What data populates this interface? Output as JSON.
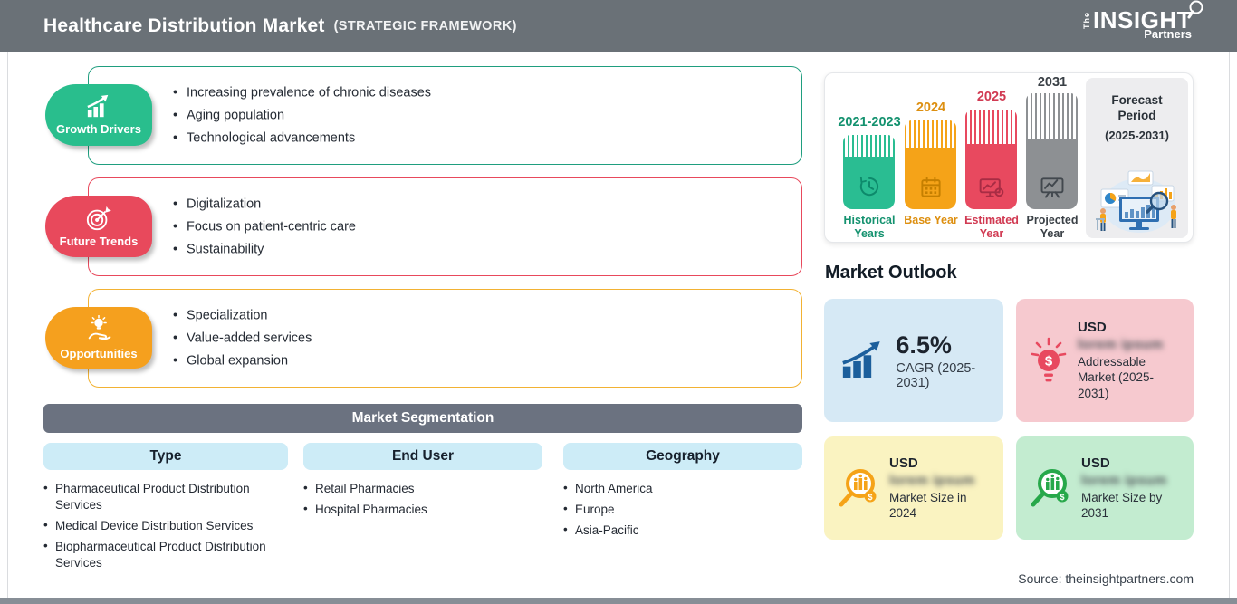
{
  "header": {
    "title": "Healthcare Distribution Market",
    "subtitle": "(STRATEGIC FRAMEWORK)",
    "bg_color": "#6a7177",
    "logo": {
      "the": "The",
      "insight": "INSIGHT",
      "partners": "Partners"
    }
  },
  "framework": {
    "sections": [
      {
        "label": "Growth Drivers",
        "badge_color": "#29be8d",
        "border_color": "#1f9e7f",
        "items": [
          "Increasing prevalence of chronic diseases",
          "Aging population",
          "Technological advancements"
        ]
      },
      {
        "label": "Future Trends",
        "badge_color": "#e8495c",
        "border_color": "#e8495c",
        "items": [
          "Digitalization",
          "Focus on patient-centric care",
          "Sustainability"
        ]
      },
      {
        "label": "Opportunities",
        "badge_color": "#f5a01e",
        "border_color": "#f2b233",
        "items": [
          "Specialization",
          "Value-added services",
          "Global expansion"
        ]
      }
    ]
  },
  "segmentation": {
    "title": "Market Segmentation",
    "bar_color": "#6b7280",
    "header_bg": "#cdecf7",
    "columns": [
      {
        "header": "Type",
        "items": [
          "Pharmaceutical Product Distribution Services",
          "Medical Device Distribution Services",
          "Biopharmaceutical Product Distribution Services"
        ]
      },
      {
        "header": "End User",
        "items": [
          "Retail Pharmacies",
          "Hospital Pharmacies"
        ]
      },
      {
        "header": "Geography",
        "items": [
          "North America",
          "Europe",
          "Asia-Pacific"
        ]
      }
    ]
  },
  "timeline": {
    "bars": [
      {
        "year": "2021-2023",
        "label": "Historical Years",
        "color": "#2abd92",
        "icon": "history-clock-icon"
      },
      {
        "year": "2024",
        "label": "Base Year",
        "color": "#f5a318",
        "icon": "calendar-icon"
      },
      {
        "year": "2025",
        "label": "Estimated Year",
        "color": "#e8495f",
        "icon": "chart-gear-icon"
      },
      {
        "year": "2031",
        "label": "Projected Year",
        "color": "#8d9093",
        "icon": "projection-board-icon"
      }
    ],
    "forecast": {
      "title": "Forecast Period",
      "range": "(2025-2031)"
    }
  },
  "outlook": {
    "heading": "Market Outlook",
    "cards": [
      {
        "value": "6.5%",
        "label": "CAGR (2025-2031)",
        "bg": "#d6e9f5",
        "icon": "growth-bars-icon"
      },
      {
        "currency": "USD",
        "redacted_text": "lorem ipsum",
        "label": "Addressable Market (2025-2031)",
        "bg": "#f6c9cf",
        "icon": "bulb-dollar-icon"
      },
      {
        "currency": "USD",
        "redacted_text": "lorem ipsum",
        "label": "Market Size in 2024",
        "bg": "#faf3c1",
        "icon": "magnifier-chart-orange-icon"
      },
      {
        "currency": "USD",
        "redacted_text": "lorem ipsum",
        "label": "Market Size by 2031",
        "bg": "#c3ecd0",
        "icon": "magnifier-chart-green-icon"
      }
    ]
  },
  "source": "Source: theinsightpartners.com"
}
